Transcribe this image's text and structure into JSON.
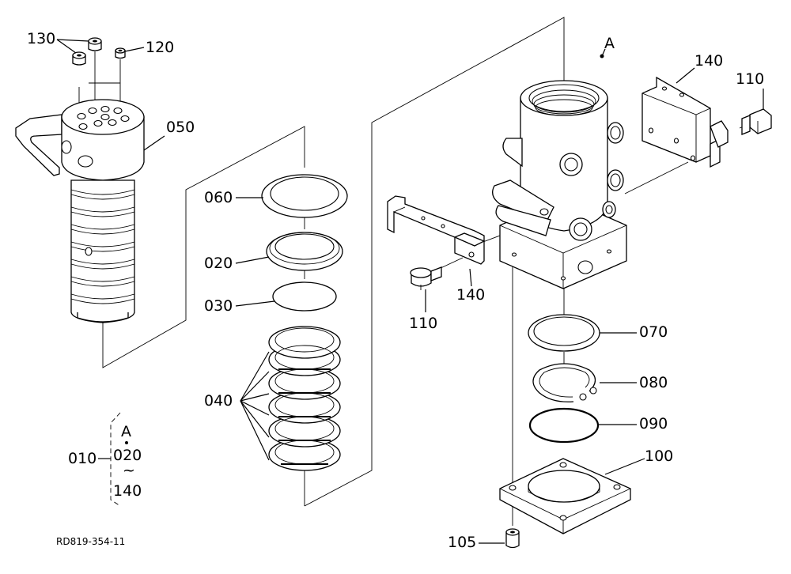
{
  "labels": {
    "p130": "130",
    "p120": "120",
    "p050": "050",
    "p060": "060",
    "p020": "020",
    "p030": "030",
    "p040": "040",
    "p010": "010",
    "a_top": "A",
    "a_bracket": "A",
    "b020": "020",
    "tilde": "~",
    "b140": "140",
    "p140_right": "140",
    "p110_right": "110",
    "p110_left": "110",
    "p140_left": "140",
    "p070": "070",
    "p080": "080",
    "p090": "090",
    "p100": "100",
    "p105": "105"
  },
  "drawing_code": "RD819-354-11"
}
